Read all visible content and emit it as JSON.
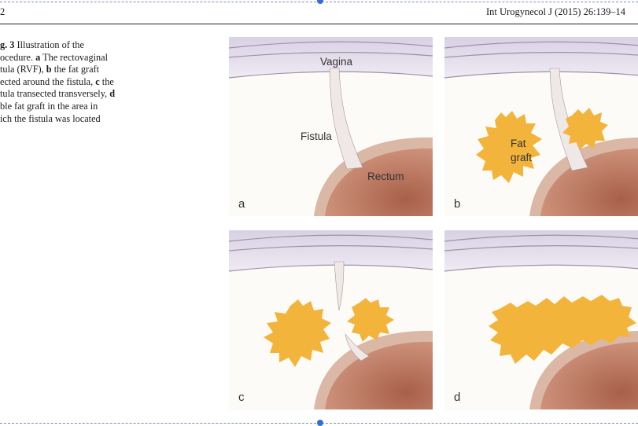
{
  "header": {
    "page_number": "2",
    "journal": "Int Urogynecol J (2015) 26:139–14"
  },
  "caption": {
    "fig_label": "g. 3",
    "text_lines": [
      "Illustration of the",
      "ocedure.",
      "The rectovaginal",
      "tula (RVF),",
      "the fat graft",
      "ected around the fistula,",
      "the",
      "tula transected transversely,",
      "ble fat graft in the area in",
      "ich the fistula was located"
    ],
    "letters": [
      "a",
      "b",
      "c",
      "d"
    ]
  },
  "panels": {
    "a": {
      "letter": "a",
      "vagina": "Vagina",
      "fistula": "Fistula",
      "rectum": "Rectum"
    },
    "b": {
      "letter": "b",
      "fat1": "Fat",
      "fat2": "graft"
    },
    "c": {
      "letter": "c"
    },
    "d": {
      "letter": "d"
    }
  },
  "colors": {
    "vaginal_wall": "#e2dcea",
    "background": "#fdfbf7",
    "rectum": "#c8846a",
    "rectum_rim": "#dbb7a6",
    "fat": "#f2b43a",
    "fistula": "#f0e8e6"
  }
}
